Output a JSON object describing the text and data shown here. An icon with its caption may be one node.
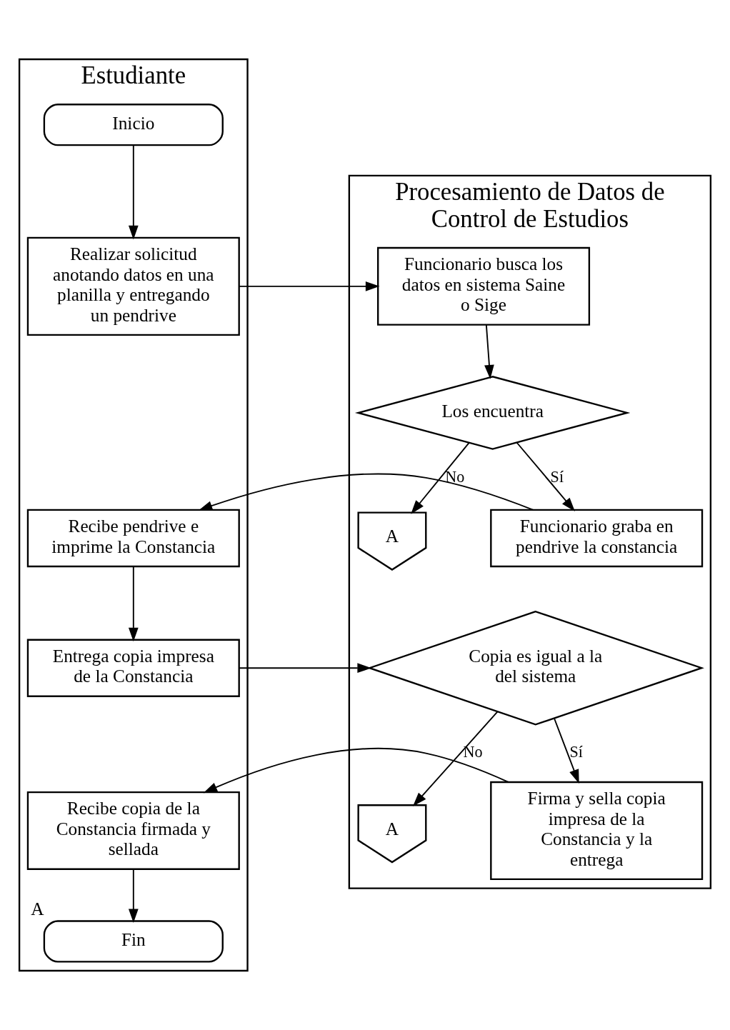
{
  "diagram": {
    "nodes": [
      {
        "text": [
          "Estudiante"
        ]
      },
      {
        "text": [
          "Procesamiento de Datos de Control de Estudios"
        ]
      },
      {
        "text": [
          "Inicio"
        ],
        "in": 0
      },
      {
        "text": [
          "Realizar solicitud anotando datos en una planilla y entregando un pendrive"
        ],
        "in": 0
      },
      {
        "text": [
          "Funcionario busca los datos en sistema Saine o Sige"
        ],
        "in": 1
      },
      {
        "text": [
          "Los encuentra"
        ],
        "in": 1
      },
      {
        "text": [
          "A"
        ],
        "in": 1
      },
      {
        "text": [
          "Funcionario graba en pendrive la constancia"
        ],
        "in": 1
      },
      {
        "text": [
          "Recibe pendrive e imprime la Constancia"
        ],
        "in": 0
      },
      {
        "text": [
          "Entrega copia impresa de la Constancia"
        ],
        "in": 0
      },
      {
        "text": [
          "Copia es igual a la del sistema"
        ],
        "in": 1
      },
      {
        "text": [
          "A"
        ],
        "in": 1
      },
      {
        "text": [
          "Firma y sella copia impresa de la Constancia y la entrega"
        ],
        "in": 1
      },
      {
        "text": [
          "Recibe copia de la Constancia firmada y sellada"
        ],
        "in": 0
      },
      {
        "text": [
          "Fin"
        ],
        "in": 0,
        "beside": [
          "A"
        ]
      }
    ],
    "edges": [
      {
        "from": 2,
        "to": 3,
        "arrow": "to"
      },
      {
        "from": 3,
        "to": 4,
        "arrow": "to"
      },
      {
        "from": 4,
        "to": 5,
        "arrow": "to"
      },
      {
        "from": 5,
        "to": 6,
        "arrow": "to",
        "label": "No"
      },
      {
        "from": 5,
        "to": 7,
        "arrow": "to",
        "label": "Sí"
      },
      {
        "from": 7,
        "to": 8,
        "arrow": "to"
      },
      {
        "from": 8,
        "to": 9,
        "arrow": "to"
      },
      {
        "from": 9,
        "to": 10,
        "arrow": "to"
      },
      {
        "from": 10,
        "to": 11,
        "arrow": "to",
        "label": "No"
      },
      {
        "from": 10,
        "to": 12,
        "arrow": "to",
        "label": "Sí"
      },
      {
        "from": 12,
        "to": 13,
        "arrow": "to"
      },
      {
        "from": 13,
        "to": 14,
        "arrow": "to"
      }
    ]
  }
}
